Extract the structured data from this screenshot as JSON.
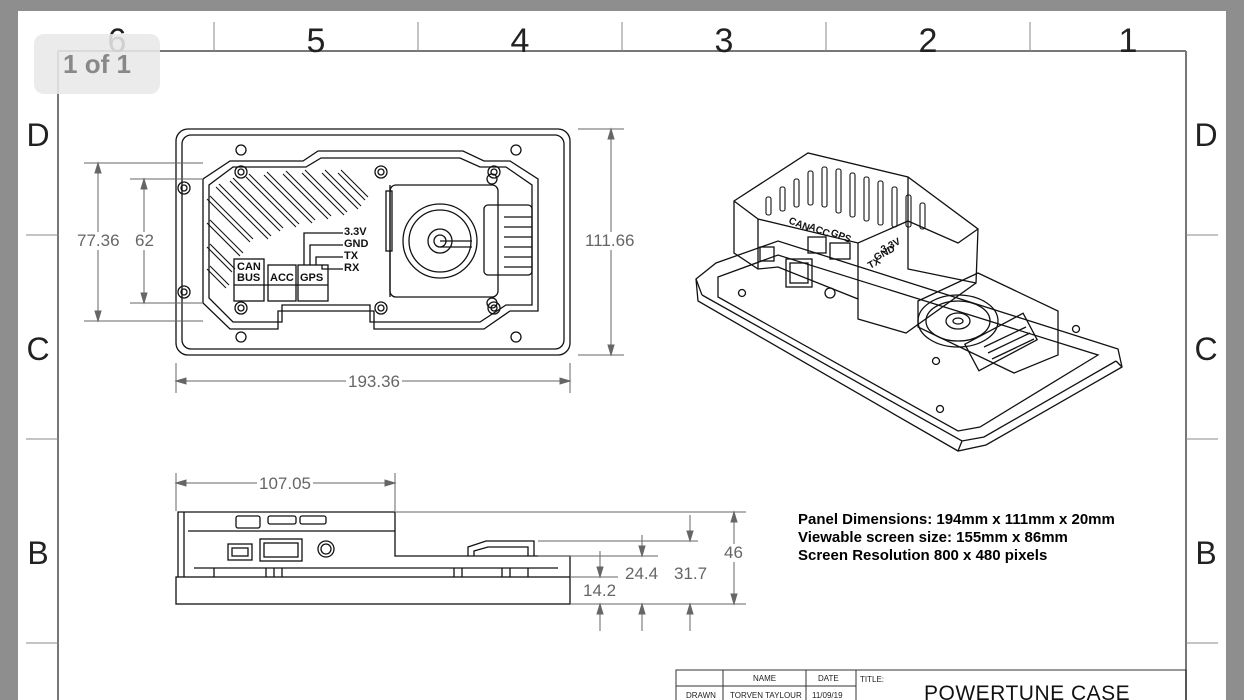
{
  "viewer": {
    "page_indicator": "1 of 1"
  },
  "border": {
    "columns": [
      "6",
      "5",
      "4",
      "3",
      "2",
      "1"
    ],
    "rows": [
      "D",
      "C",
      "B"
    ]
  },
  "dimensions": {
    "top_view": {
      "outer_height": "77.36",
      "inner_height": "62",
      "total_height": "111.66",
      "width": "193.36"
    },
    "side_view": {
      "width": "107.05",
      "height_46": "46",
      "height_31_7": "31.7",
      "height_24_4": "24.4",
      "height_14_2": "14.2"
    }
  },
  "pcb_labels": {
    "can_bus_1": "CAN",
    "can_bus_2": "BUS",
    "acc": "ACC",
    "gps": "GPS",
    "v33": "3.3V",
    "gnd": "GND",
    "tx": "TX",
    "rx": "RX"
  },
  "specs": {
    "line1": "Panel Dimensions: 194mm x 111mm x 20mm",
    "line2": "Viewable screen size: 155mm x 86mm",
    "line3": "Screen Resolution 800 x 480 pixels"
  },
  "title_block": {
    "name_header": "NAME",
    "date_header": "DATE",
    "title_header": "TITLE:",
    "drawn_label": "DRAWN",
    "drawn_name": "TORVEN TAYLOUR",
    "drawn_date": "11/09/19",
    "title": "POWERTUNE CASE"
  }
}
